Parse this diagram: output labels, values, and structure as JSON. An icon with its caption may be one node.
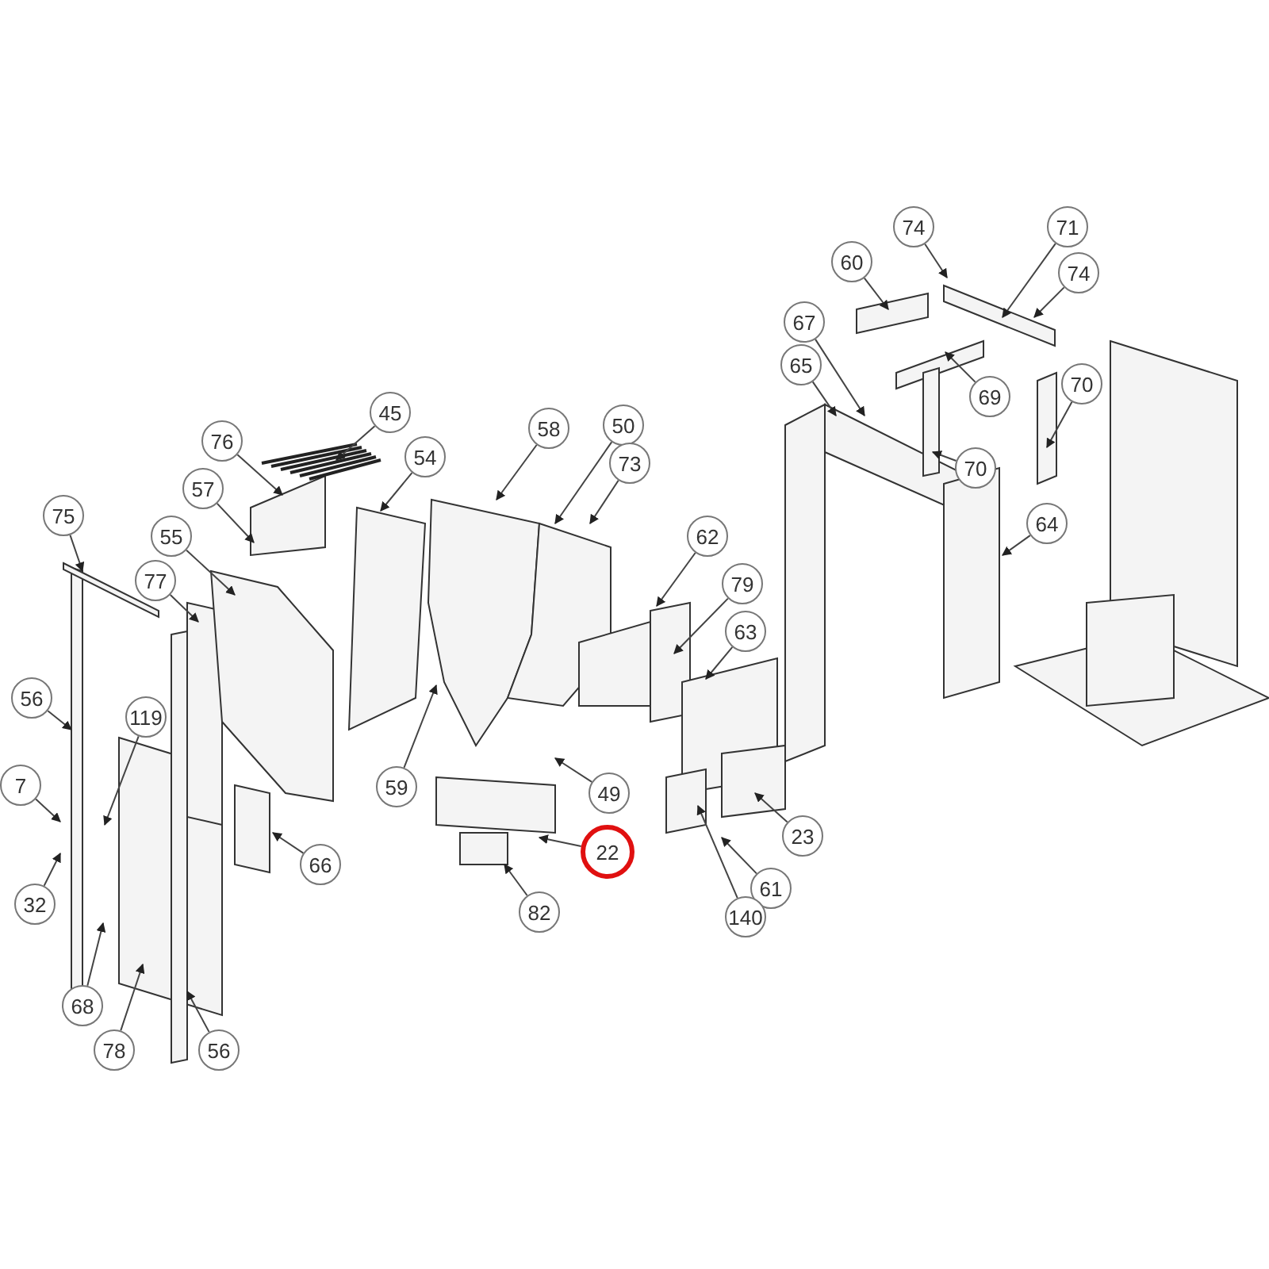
{
  "diagram": {
    "nodes": [
      {
        "text": [
          "74"
        ]
      },
      {
        "text": [
          "71"
        ]
      },
      {
        "text": [
          "60"
        ]
      },
      {
        "text": [
          "74"
        ]
      },
      {
        "text": [
          "67"
        ]
      },
      {
        "text": [
          "65"
        ]
      },
      {
        "text": [
          "45"
        ]
      },
      {
        "text": [
          "58"
        ]
      },
      {
        "text": [
          "50"
        ]
      },
      {
        "text": [
          "73"
        ]
      },
      {
        "text": [
          "69"
        ]
      },
      {
        "text": [
          "70"
        ]
      },
      {
        "text": [
          "70"
        ]
      },
      {
        "text": [
          "76"
        ]
      },
      {
        "text": [
          "54"
        ]
      },
      {
        "text": [
          "57"
        ]
      },
      {
        "text": [
          "64"
        ]
      },
      {
        "text": [
          "75"
        ]
      },
      {
        "text": [
          "55"
        ]
      },
      {
        "text": [
          "77"
        ]
      },
      {
        "text": [
          "62"
        ]
      },
      {
        "text": [
          "79"
        ]
      },
      {
        "text": [
          "63"
        ]
      },
      {
        "text": [
          "56"
        ]
      },
      {
        "text": [
          "119"
        ]
      },
      {
        "text": [
          "7"
        ]
      },
      {
        "text": [
          "59"
        ]
      },
      {
        "text": [
          "49"
        ]
      },
      {
        "text": [
          "23"
        ]
      },
      {
        "text": [
          "66"
        ]
      },
      {
        "text": [
          "22"
        ]
      },
      {
        "text": [
          "32"
        ]
      },
      {
        "text": [
          "61"
        ]
      },
      {
        "text": [
          "82"
        ]
      },
      {
        "text": [
          "140"
        ]
      },
      {
        "text": [
          "68"
        ]
      },
      {
        "text": [
          "78"
        ]
      },
      {
        "text": [
          "56"
        ]
      }
    ],
    "edges": [
      {
        "from": 0,
        "to": null,
        "arrow": "to"
      },
      {
        "from": 1,
        "to": null,
        "arrow": "to"
      },
      {
        "from": 2,
        "to": null,
        "arrow": "to"
      },
      {
        "from": 3,
        "to": null,
        "arrow": "to"
      },
      {
        "from": 4,
        "to": null,
        "arrow": "to"
      },
      {
        "from": 5,
        "to": null,
        "arrow": "to"
      },
      {
        "from": 6,
        "to": null,
        "arrow": "to"
      },
      {
        "from": 7,
        "to": null,
        "arrow": "to"
      },
      {
        "from": 8,
        "to": null,
        "arrow": "to"
      },
      {
        "from": 9,
        "to": null,
        "arrow": "to"
      },
      {
        "from": 10,
        "to": null,
        "arrow": "to"
      },
      {
        "from": 11,
        "to": null,
        "arrow": "to"
      },
      {
        "from": 12,
        "to": null,
        "arrow": "to"
      },
      {
        "from": 13,
        "to": null,
        "arrow": "to"
      },
      {
        "from": 14,
        "to": null,
        "arrow": "to"
      },
      {
        "from": 15,
        "to": null,
        "arrow": "to"
      },
      {
        "from": 16,
        "to": null,
        "arrow": "to"
      },
      {
        "from": 17,
        "to": null,
        "arrow": "to"
      },
      {
        "from": 18,
        "to": null,
        "arrow": "to"
      },
      {
        "from": 19,
        "to": null,
        "arrow": "to"
      },
      {
        "from": 20,
        "to": null,
        "arrow": "to"
      },
      {
        "from": 21,
        "to": null,
        "arrow": "to"
      },
      {
        "from": 22,
        "to": null,
        "arrow": "to"
      },
      {
        "from": 23,
        "to": null,
        "arrow": "to"
      },
      {
        "from": 24,
        "to": null,
        "arrow": "to"
      },
      {
        "from": 25,
        "to": null,
        "arrow": "to"
      },
      {
        "from": 26,
        "to": null,
        "arrow": "to"
      },
      {
        "from": 27,
        "to": null,
        "arrow": "to"
      },
      {
        "from": 28,
        "to": null,
        "arrow": "to"
      },
      {
        "from": 29,
        "to": null,
        "arrow": "to"
      },
      {
        "from": 30,
        "to": null,
        "arrow": "to"
      },
      {
        "from": 31,
        "to": null,
        "arrow": "to"
      },
      {
        "from": 32,
        "to": null,
        "arrow": "to"
      },
      {
        "from": 33,
        "to": null,
        "arrow": "to"
      },
      {
        "from": 34,
        "to": null,
        "arrow": "to"
      },
      {
        "from": 35,
        "to": null,
        "arrow": "to"
      },
      {
        "from": 36,
        "to": null,
        "arrow": "to"
      },
      {
        "from": 37,
        "to": null,
        "arrow": "to"
      }
    ]
  }
}
